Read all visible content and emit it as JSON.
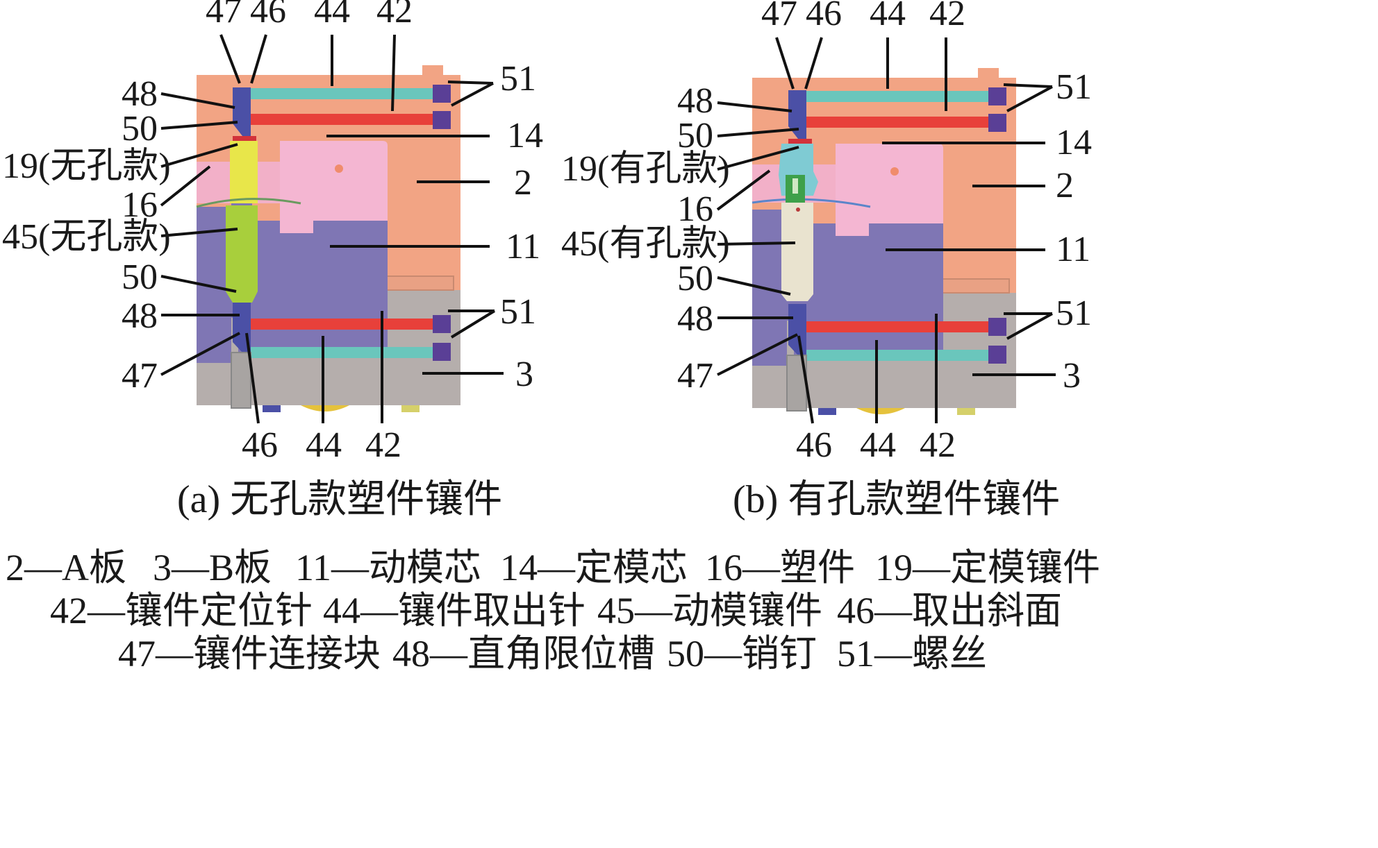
{
  "panels": [
    {
      "id": "a",
      "caption": "(a) 无孔款塑件镶件",
      "labels": {
        "top47": "47",
        "top46": "46",
        "top44": "44",
        "top42": "42",
        "r51a": "51",
        "l48a": "48",
        "l50a": "50",
        "l19": "19(无孔款)",
        "r14": "14",
        "r2": "2",
        "l16": "16",
        "l45": "45(无孔款)",
        "r11": "11",
        "l50b": "50",
        "l48b": "48",
        "r51b": "51",
        "l47b": "47",
        "r3": "3",
        "b46": "46",
        "b44": "44",
        "b42": "42"
      }
    },
    {
      "id": "b",
      "caption": "(b) 有孔款塑件镶件",
      "labels": {
        "top47": "47",
        "top46": "46",
        "top44": "44",
        "top42": "42",
        "r51a": "51",
        "l48a": "48",
        "l50a": "50",
        "l19": "19(有孔款)",
        "r14": "14",
        "r2": "2",
        "l16": "16",
        "l45": "45(有孔款)",
        "r11": "11",
        "l50b": "50",
        "l48b": "48",
        "r51b": "51",
        "l47b": "47",
        "r3": "3",
        "b46": "46",
        "b44": "44",
        "b42": "42"
      }
    }
  ],
  "legend": [
    [
      "2—A板",
      "3—B板",
      "11—动模芯",
      "14—定模芯",
      "16—塑件",
      "19—定模镶件"
    ],
    [
      "42—镶件定位针",
      "44—镶件取出针",
      "45—动模镶件",
      "46—取出斜面"
    ],
    [
      "47—镶件连接块",
      "48—直角限位槽",
      "50—销钉",
      "51—螺丝"
    ]
  ],
  "colors": {
    "a_plate": "#f2a484",
    "b_plate": "#b5aeac",
    "moving_core": "#7f76b4",
    "fixed_core": "#f4b6d2",
    "plastic_part": "#f2b0c8",
    "fixed_insert_a": "#e8e64a",
    "fixed_insert_b": "#7fcbd3",
    "moving_insert_a": "#a8cf3c",
    "moving_insert_b": "#e9e3cf",
    "locating_pin": "#e8403a",
    "ejector_pin": "#6ac6bc",
    "connector_block": "#4b50a6",
    "screw": "#5a3f96"
  }
}
